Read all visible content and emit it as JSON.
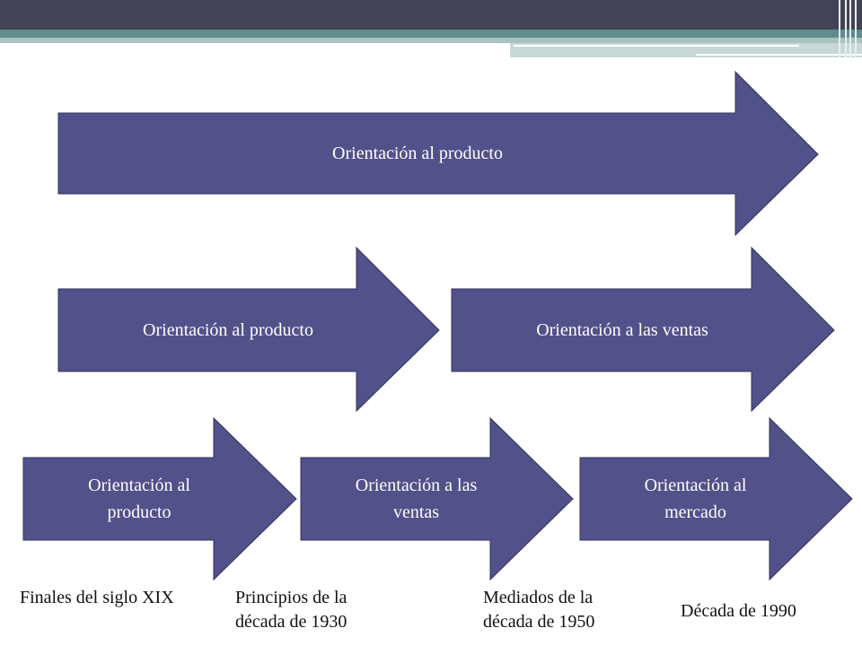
{
  "diagram": {
    "row1": {
      "arrow1": "Orientación al producto"
    },
    "row2": {
      "arrow1": "Orientación al producto",
      "arrow2": "Orientación a las ventas"
    },
    "row3": {
      "arrow1_line1": "Orientación al",
      "arrow1_line2": "producto",
      "arrow2_line1": "Orientación a las",
      "arrow2_line2": "ventas",
      "arrow3_line1": "Orientación al",
      "arrow3_line2": "mercado"
    },
    "timeline": {
      "t1": "Finales del siglo XIX",
      "t2_line1": "Principios de la",
      "t2_line2": "década de 1930",
      "t3_line1": "Mediados de la",
      "t3_line2": "década de 1950",
      "t4": "Década de 1990"
    },
    "colors": {
      "arrow_fill": "#535189",
      "arrow_border": "#33325c",
      "header_dark": "#424456",
      "header_teal": "#5f8c8c"
    }
  }
}
